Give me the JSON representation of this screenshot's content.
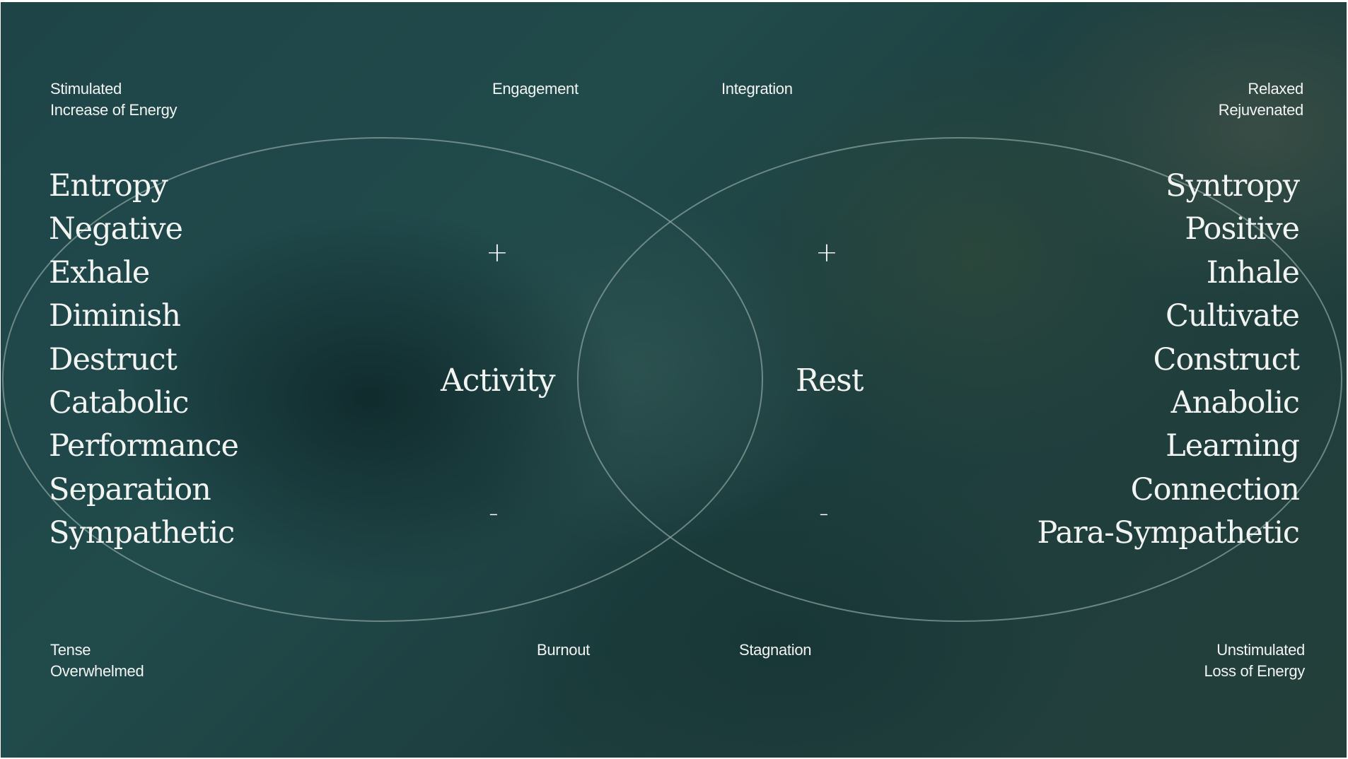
{
  "corners": {
    "top_left": [
      "Stimulated",
      "Increase of Energy"
    ],
    "top_right": [
      "Relaxed",
      "Rejuvenated"
    ],
    "bottom_left": [
      "Tense",
      "Overwhelmed"
    ],
    "bottom_right": [
      "Unstimulated",
      "Loss of Energy"
    ]
  },
  "quadrant_labels": {
    "engagement": "Engagement",
    "integration": "Integration",
    "burnout": "Burnout",
    "stagnation": "Stagnation"
  },
  "left_list": [
    "Entropy",
    "Negative",
    "Exhale",
    "Diminish",
    "Destruct",
    "Catabolic",
    "Performance",
    "Separation",
    "Sympathetic"
  ],
  "right_list": [
    "Syntropy",
    "Positive",
    "Inhale",
    "Cultivate",
    "Construct",
    "Anabolic",
    "Learning",
    "Connection",
    "Para-Sympathetic"
  ],
  "circles": {
    "left": {
      "label": "Activity",
      "plus": "+",
      "minus": "-"
    },
    "right": {
      "label": "Rest",
      "plus": "+",
      "minus": "-"
    }
  },
  "colors": {
    "text": "#f2f4f2",
    "circle_stroke": "#9fb5b0",
    "background": "#1f4446"
  }
}
